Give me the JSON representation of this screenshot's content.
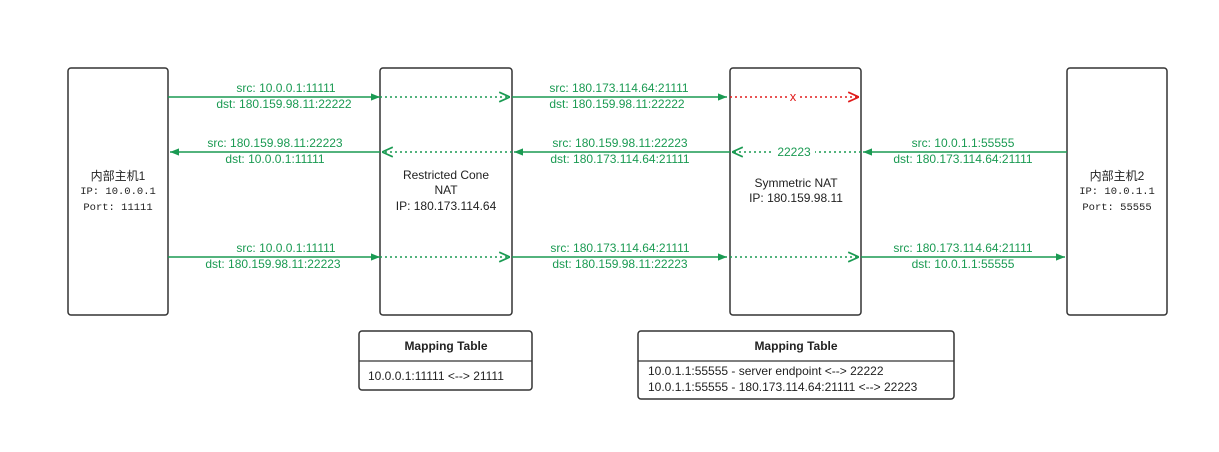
{
  "colors": {
    "green": "#1a9a52",
    "red": "#e01b1b",
    "stroke": "#333333"
  },
  "nodes": {
    "host1": {
      "name": "内部主机1",
      "ip": "IP: 10.0.0.1",
      "port": "Port: 11111"
    },
    "restricted_nat": {
      "line1": "Restricted Cone",
      "line2": "NAT",
      "ip": "IP: 180.173.114.64"
    },
    "symmetric_nat": {
      "line1": "Symmetric NAT",
      "ip": "IP: 180.159.98.11"
    },
    "host2": {
      "name": "内部主机2",
      "ip": "IP: 10.0.1.1",
      "port": "Port: 55555"
    }
  },
  "labels": {
    "r1_left_src": "src: 10.0.0.1:11111",
    "r1_left_dst": "dst: 180.159.98.11:22222",
    "r1_mid_src": "src: 180.173.114.64:21111",
    "r1_mid_dst": "dst: 180.159.98.11:22222",
    "r1_blocked": "x",
    "r2_left_src": "src: 180.159.98.11:22223",
    "r2_left_dst": "dst: 10.0.0.1:11111",
    "r2_mid_src": "src: 180.159.98.11:22223",
    "r2_mid_dst": "dst: 180.173.114.64:21111",
    "r2_sym_port": "22223",
    "r2_right_src": "src: 10.0.1.1:55555",
    "r2_right_dst": "dst: 180.173.114.64:21111",
    "r3_left_src": "src: 10.0.0.1:11111",
    "r3_left_dst": "dst: 180.159.98.11:22223",
    "r3_mid_src": "src: 180.173.114.64:21111",
    "r3_mid_dst": "dst: 180.159.98.11:22223",
    "r3_right_src": "src: 180.173.114.64:21111",
    "r3_right_dst": "dst: 10.0.1.1:55555"
  },
  "tables": {
    "restricted": {
      "title": "Mapping Table",
      "rows": [
        "10.0.0.1:11111 <--> 21111"
      ]
    },
    "symmetric": {
      "title": "Mapping Table",
      "rows": [
        "10.0.1.1:55555 - server endpoint <--> 22222",
        "10.0.1.1:55555 - 180.173.114.64:21111 <--> 22223"
      ]
    }
  }
}
